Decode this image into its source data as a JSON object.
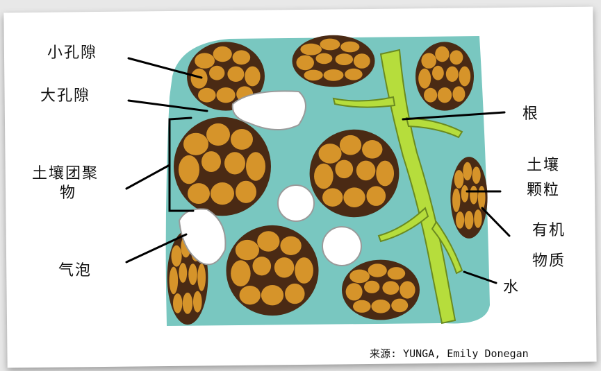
{
  "labels": {
    "micropore": "小孔隙",
    "macropore": "大孔隙",
    "aggregate_line1": "土壤团聚",
    "aggregate_line2": "物",
    "air_bubble": "气泡",
    "root": "根",
    "soil_particle_line1": "土壤",
    "soil_particle_line2": "颗粒",
    "organic_line1": "有机",
    "organic_line2": "物质",
    "water": "水"
  },
  "source": "来源: YUNGA, Emily Donegan",
  "colors": {
    "water": "#79c7c0",
    "particle": "#d6942a",
    "organic": "#4a2a14",
    "root": "#b6dd3c",
    "root_edge": "#6a8a20",
    "bubble": "#ffffff"
  }
}
